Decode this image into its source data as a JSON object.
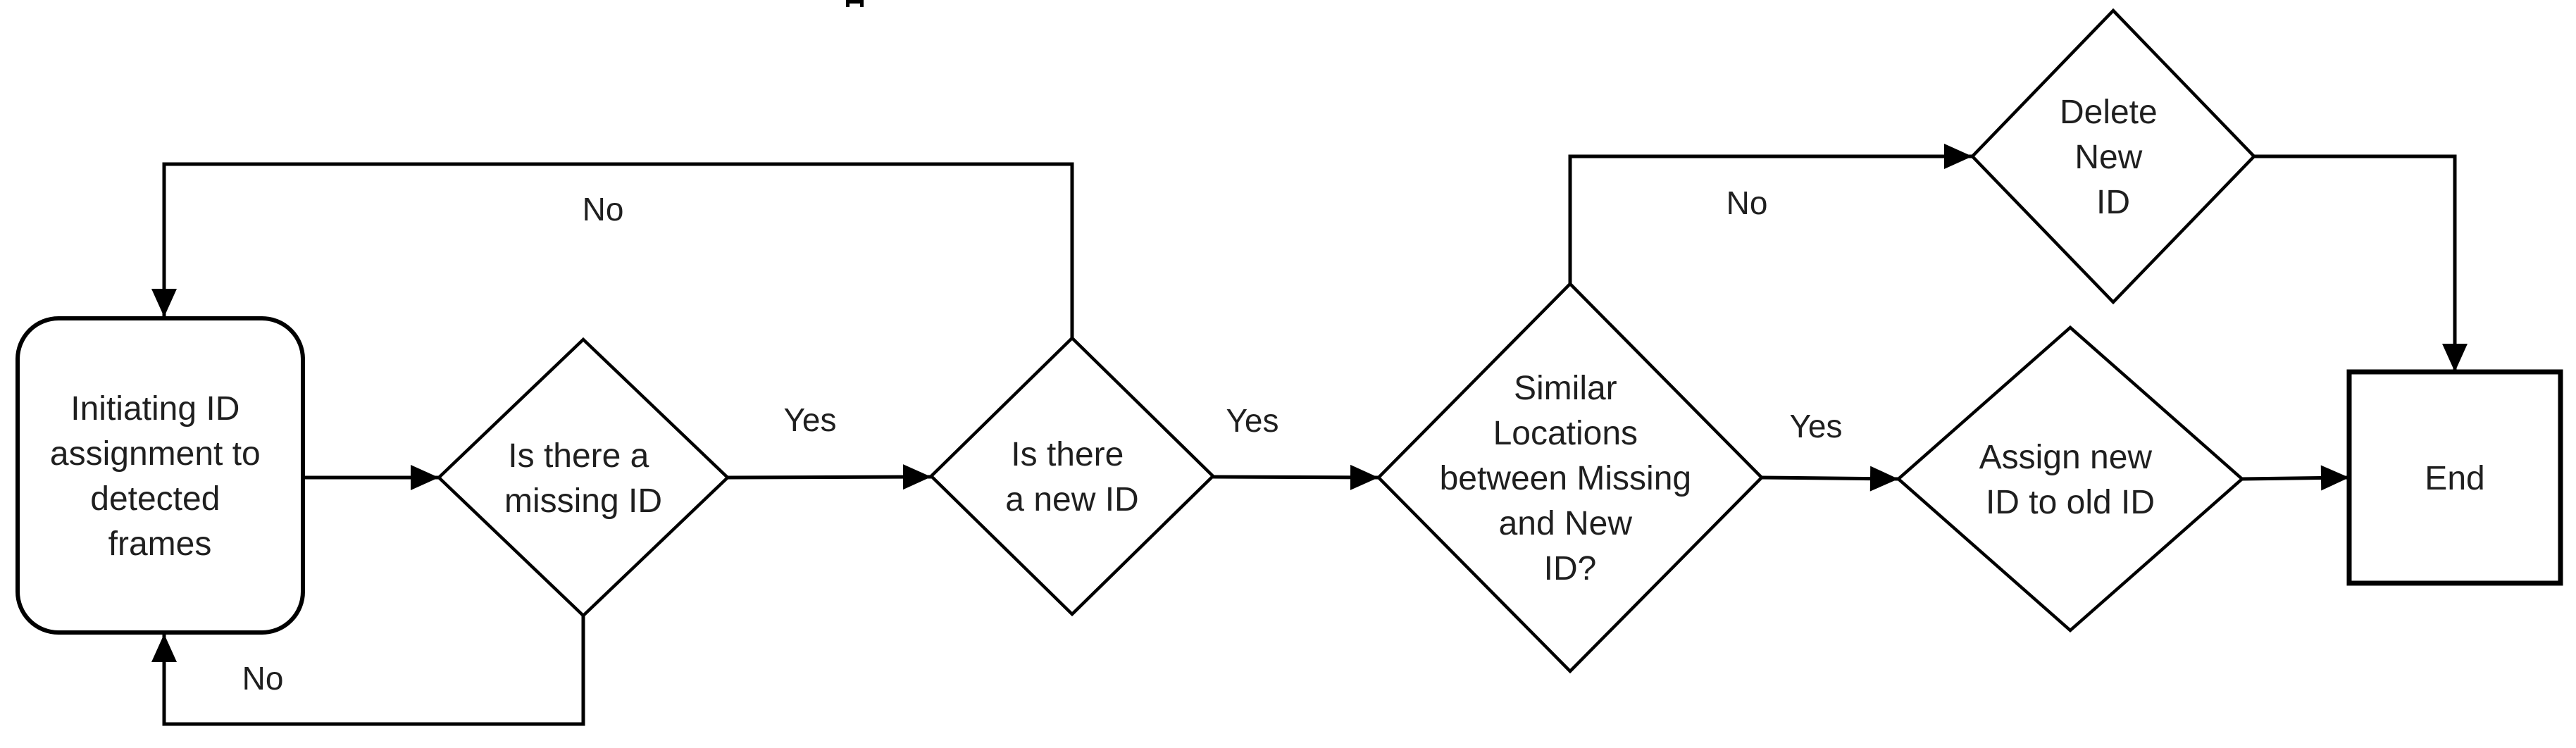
{
  "colors": {
    "line": "#000000",
    "text": "#1f1f1f",
    "background": "#ffffff"
  },
  "nodes": {
    "start": {
      "type": "rounded-rect",
      "lines": [
        "Initiating ID",
        "assignment to",
        "detected",
        "frames"
      ]
    },
    "missing_id": {
      "type": "decision",
      "lines": [
        "Is there a",
        "missing ID"
      ]
    },
    "new_id": {
      "type": "decision",
      "lines": [
        "Is there",
        "a new ID"
      ]
    },
    "similar_locations": {
      "type": "decision",
      "lines": [
        "Similar",
        "Locations",
        "between Missing",
        "and New",
        "ID?"
      ]
    },
    "assign_new_id": {
      "type": "decision",
      "lines": [
        "Assign new",
        "ID to old ID"
      ]
    },
    "delete_new_id": {
      "type": "decision",
      "lines": [
        "Delete",
        "New",
        "ID"
      ]
    },
    "end": {
      "type": "rect",
      "lines": [
        "End"
      ]
    }
  },
  "edge_labels": {
    "top_no": "No",
    "missing_yes": "Yes",
    "new_yes": "Yes",
    "bottom_no": "No",
    "similar_yes": "Yes",
    "similar_no": "No"
  }
}
